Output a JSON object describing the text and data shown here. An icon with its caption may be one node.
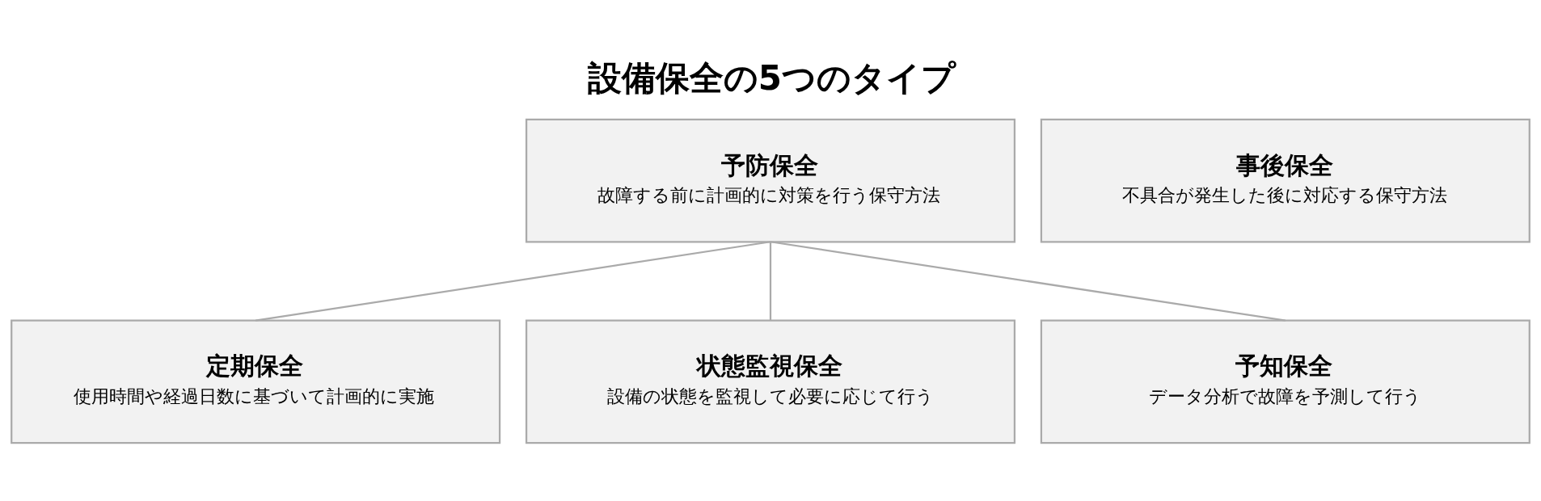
{
  "diagram": {
    "title": "設備保全の5つのタイプ",
    "nodes": [
      {
        "text": [
          "予防保全",
          "故障する前に計画的に対策を行う保守方法"
        ]
      },
      {
        "text": [
          "事後保全",
          "不具合が発生した後に対応する保守方法"
        ]
      },
      {
        "text": [
          "定期保全",
          "使用時間や経過日数に基づいて計画的に実施"
        ]
      },
      {
        "text": [
          "状態監視保全",
          "設備の状態を監視して必要に応じて行う"
        ]
      },
      {
        "text": [
          "予知保全",
          "データ分析で故障を予測して行う"
        ]
      }
    ],
    "edges": [
      {
        "from": 0,
        "to": 2,
        "arrow": "none"
      },
      {
        "from": 0,
        "to": 3,
        "arrow": "none"
      },
      {
        "from": 0,
        "to": 4,
        "arrow": "none"
      }
    ]
  }
}
